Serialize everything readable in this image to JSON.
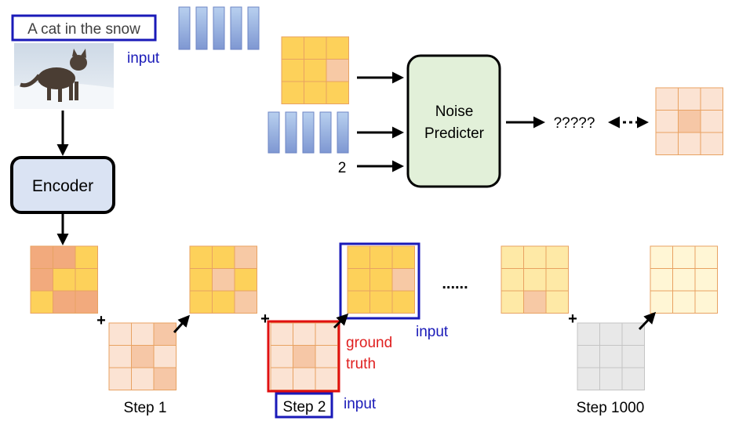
{
  "prompt": {
    "text": "A cat in the snow"
  },
  "image": {
    "subject": "cat in the snow photograph"
  },
  "labels": {
    "input_top": "input",
    "encoder": "Encoder",
    "noise_predicter_line1": "Noise",
    "noise_predicter_line2": "Predicter",
    "step_number": "2",
    "unknown_output": "?????",
    "ellipsis": "......",
    "ground_truth_line1": "ground",
    "ground_truth_line2": "truth",
    "input_mid": "input",
    "input_bottom": "input",
    "step1": "Step 1",
    "step2": "Step 2",
    "step1000": "Step 1000",
    "plus": "+"
  },
  "colors": {
    "yellow": "#fdd15a",
    "light_orange": "#f7c9a5",
    "orange": "#f2aa7d",
    "pale_yellow": "#fee9a6",
    "very_pale_yellow": "#fff6d5",
    "peach_light": "#fbe3d3",
    "peach_mid": "#f6c7a6",
    "gray": "#e8e8e8",
    "grid_line": "#e8a262",
    "text_vector_light": "#a9c4e8",
    "text_vector_dark": "#7d93cf",
    "encoder_fill": "#dae3f3",
    "predicter_fill": "#e2f0d9",
    "blue_box": "#1a1ab8",
    "red_box": "#e01010",
    "red_text": "#e02020",
    "blue_text": "#1a1ab8"
  },
  "grids": {
    "predicter_input": [
      "Y",
      "Y",
      "Y",
      "Y",
      "Y",
      "L",
      "Y",
      "Y",
      "Y"
    ],
    "output": [
      "P",
      "P",
      "P",
      "P",
      "M",
      "P",
      "P",
      "P",
      "P"
    ],
    "encoded": [
      "O",
      "O",
      "Y",
      "O",
      "Y",
      "Y",
      "Y",
      "O",
      "O"
    ],
    "after_step1": [
      "Y",
      "Y",
      "L",
      "Y",
      "L",
      "Y",
      "Y",
      "Y",
      "L"
    ],
    "noise_step1": [
      "P",
      "P",
      "M",
      "P",
      "M",
      "P",
      "P",
      "P",
      "M"
    ],
    "noise_step2": [
      "P",
      "P",
      "P",
      "P",
      "M",
      "P",
      "P",
      "P",
      "P"
    ],
    "after_step2": [
      "Y",
      "Y",
      "Y",
      "Y",
      "Y",
      "L",
      "Y",
      "Y",
      "Y"
    ],
    "near_end": [
      "Q",
      "Q",
      "Q",
      "Q",
      "Q",
      "Q",
      "Q",
      "L",
      "Q"
    ],
    "noise_step1000": [
      "G",
      "G",
      "G",
      "G",
      "G",
      "G",
      "G",
      "G",
      "G"
    ],
    "final": [
      "V",
      "V",
      "V",
      "V",
      "V",
      "V",
      "V",
      "V",
      "V"
    ]
  }
}
